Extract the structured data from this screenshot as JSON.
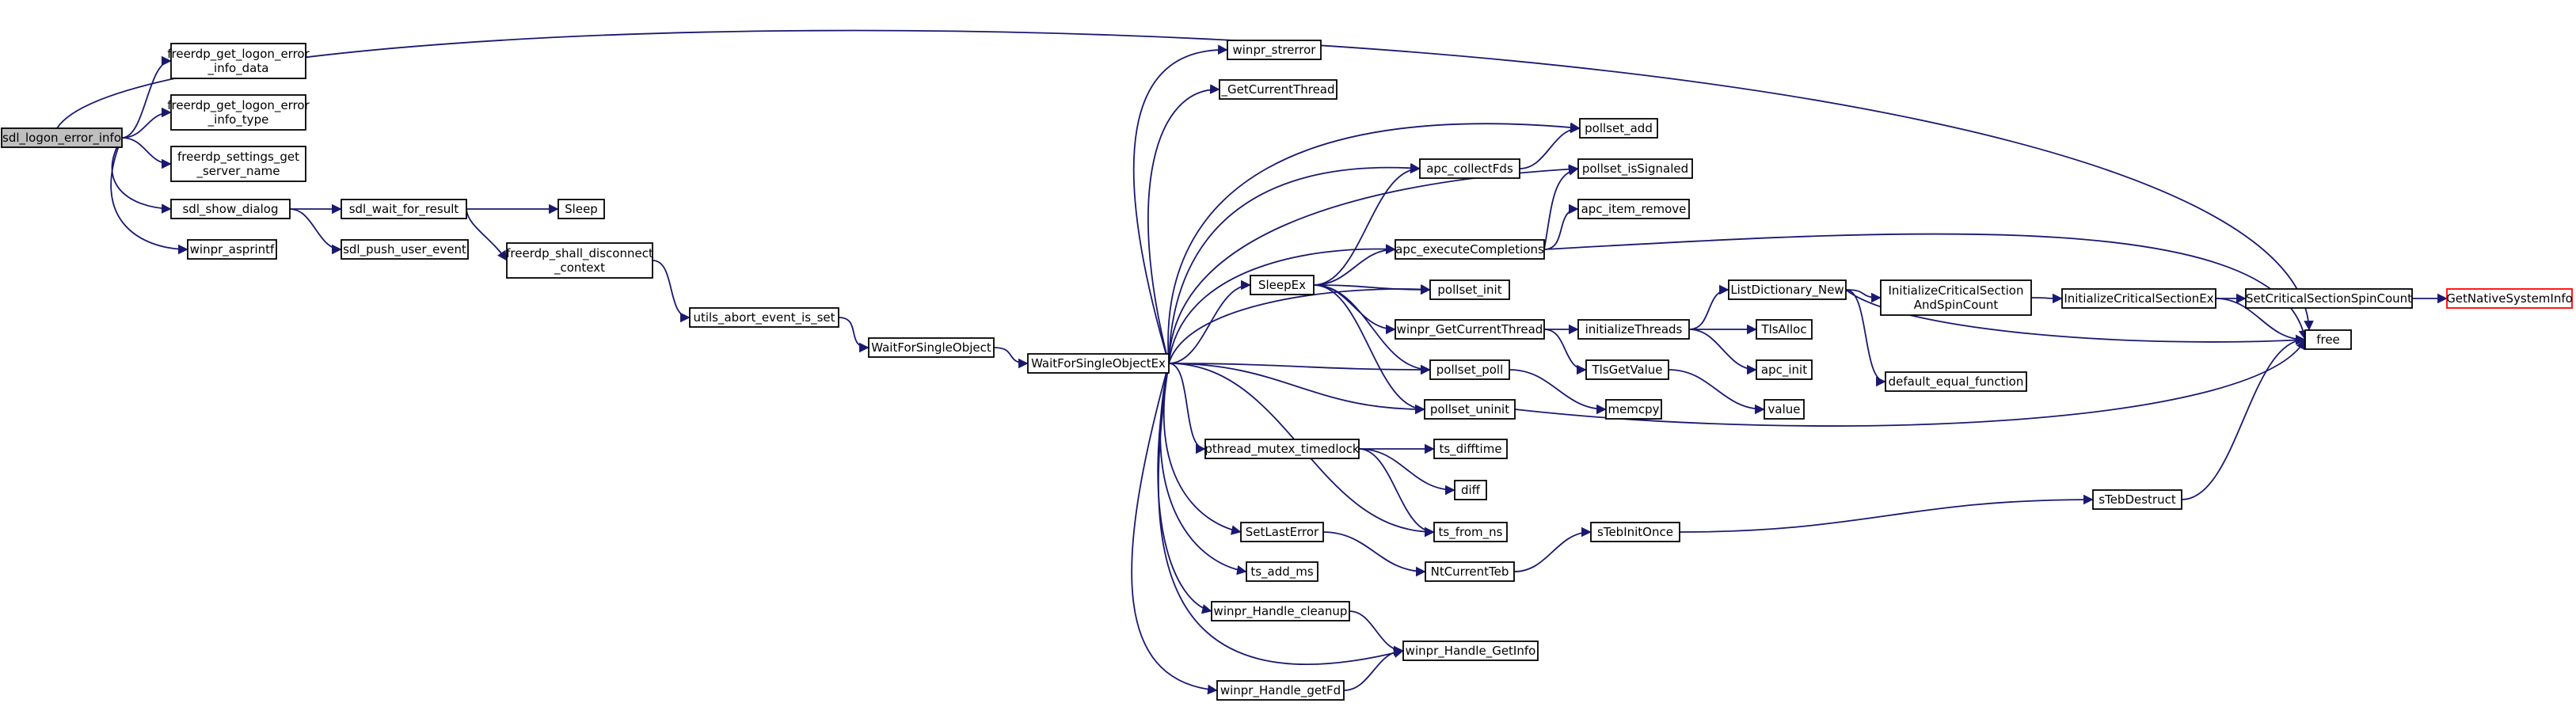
{
  "title": "",
  "colors": {
    "edge": "#191970",
    "node_border": "#000000",
    "root_fill": "#bfbfbf",
    "external_border": "#ff0000"
  },
  "nodes": [
    {
      "id": "sdl_logon_error_info",
      "label": "sdl_logon_error_info",
      "root": true
    },
    {
      "id": "freerdp_get_logon_error_info_data",
      "label": "freerdp_get_logon_error\n_info_data"
    },
    {
      "id": "freerdp_get_logon_error_info_type",
      "label": "freerdp_get_logon_error\n_info_type"
    },
    {
      "id": "freerdp_settings_get_server_name",
      "label": "freerdp_settings_get\n_server_name"
    },
    {
      "id": "sdl_show_dialog",
      "label": "sdl_show_dialog"
    },
    {
      "id": "winpr_asprintf",
      "label": "winpr_asprintf"
    },
    {
      "id": "sdl_wait_for_result",
      "label": "sdl_wait_for_result"
    },
    {
      "id": "sdl_push_user_event",
      "label": "sdl_push_user_event"
    },
    {
      "id": "Sleep",
      "label": "Sleep"
    },
    {
      "id": "freerdp_shall_disconnect_context",
      "label": "freerdp_shall_disconnect\n_context"
    },
    {
      "id": "utils_abort_event_is_set",
      "label": "utils_abort_event_is_set"
    },
    {
      "id": "WaitForSingleObject",
      "label": "WaitForSingleObject"
    },
    {
      "id": "WaitForSingleObjectEx",
      "label": "WaitForSingleObjectEx"
    },
    {
      "id": "winpr_strerror",
      "label": "winpr_strerror"
    },
    {
      "id": "_GetCurrentThread",
      "label": "_GetCurrentThread"
    },
    {
      "id": "apc_collectFds",
      "label": "apc_collectFds"
    },
    {
      "id": "apc_executeCompletions",
      "label": "apc_executeCompletions"
    },
    {
      "id": "SleepEx",
      "label": "SleepEx"
    },
    {
      "id": "pollset_init",
      "label": "pollset_init"
    },
    {
      "id": "winpr_GetCurrentThread",
      "label": "winpr_GetCurrentThread"
    },
    {
      "id": "pollset_poll",
      "label": "pollset_poll"
    },
    {
      "id": "pollset_uninit",
      "label": "pollset_uninit"
    },
    {
      "id": "pthread_mutex_timedlock",
      "label": "pthread_mutex_timedlock"
    },
    {
      "id": "SetLastError",
      "label": "SetLastError"
    },
    {
      "id": "ts_add_ms",
      "label": "ts_add_ms"
    },
    {
      "id": "winpr_Handle_cleanup",
      "label": "winpr_Handle_cleanup"
    },
    {
      "id": "winpr_Handle_getFd",
      "label": "winpr_Handle_getFd"
    },
    {
      "id": "pollset_add",
      "label": "pollset_add"
    },
    {
      "id": "pollset_isSignaled",
      "label": "pollset_isSignaled"
    },
    {
      "id": "apc_item_remove",
      "label": "apc_item_remove"
    },
    {
      "id": "initializeThreads",
      "label": "initializeThreads"
    },
    {
      "id": "TlsGetValue",
      "label": "TlsGetValue"
    },
    {
      "id": "memcpy",
      "label": "memcpy"
    },
    {
      "id": "ts_difftime",
      "label": "ts_difftime"
    },
    {
      "id": "diff",
      "label": "diff"
    },
    {
      "id": "ts_from_ns",
      "label": "ts_from_ns"
    },
    {
      "id": "NtCurrentTeb",
      "label": "NtCurrentTeb"
    },
    {
      "id": "winpr_Handle_GetInfo",
      "label": "winpr_Handle_GetInfo"
    },
    {
      "id": "sTebInitOnce",
      "label": "sTebInitOnce"
    },
    {
      "id": "ListDictionary_New",
      "label": "ListDictionary_New"
    },
    {
      "id": "TlsAlloc",
      "label": "TlsAlloc"
    },
    {
      "id": "apc_init",
      "label": "apc_init"
    },
    {
      "id": "value",
      "label": "value"
    },
    {
      "id": "InitializeCriticalSectionAndSpinCount",
      "label": "InitializeCriticalSection\nAndSpinCount"
    },
    {
      "id": "default_equal_function",
      "label": "default_equal_function"
    },
    {
      "id": "InitializeCriticalSectionEx",
      "label": "InitializeCriticalSectionEx"
    },
    {
      "id": "sTebDestruct",
      "label": "sTebDestruct"
    },
    {
      "id": "SetCriticalSectionSpinCount",
      "label": "SetCriticalSectionSpinCount"
    },
    {
      "id": "free",
      "label": "free"
    },
    {
      "id": "GetNativeSystemInfo",
      "label": "GetNativeSystemInfo",
      "external": true
    }
  ],
  "edges": [
    [
      "sdl_logon_error_info",
      "freerdp_get_logon_error_info_data"
    ],
    [
      "sdl_logon_error_info",
      "freerdp_get_logon_error_info_type"
    ],
    [
      "sdl_logon_error_info",
      "freerdp_settings_get_server_name"
    ],
    [
      "sdl_logon_error_info",
      "sdl_show_dialog"
    ],
    [
      "sdl_logon_error_info",
      "winpr_asprintf"
    ],
    [
      "sdl_logon_error_info",
      "free"
    ],
    [
      "sdl_show_dialog",
      "sdl_wait_for_result"
    ],
    [
      "sdl_show_dialog",
      "sdl_push_user_event"
    ],
    [
      "sdl_wait_for_result",
      "Sleep"
    ],
    [
      "sdl_wait_for_result",
      "freerdp_shall_disconnect_context"
    ],
    [
      "freerdp_shall_disconnect_context",
      "utils_abort_event_is_set"
    ],
    [
      "utils_abort_event_is_set",
      "WaitForSingleObject"
    ],
    [
      "WaitForSingleObject",
      "WaitForSingleObjectEx"
    ],
    [
      "WaitForSingleObjectEx",
      "winpr_strerror"
    ],
    [
      "WaitForSingleObjectEx",
      "_GetCurrentThread"
    ],
    [
      "WaitForSingleObjectEx",
      "pollset_add"
    ],
    [
      "WaitForSingleObjectEx",
      "apc_collectFds"
    ],
    [
      "WaitForSingleObjectEx",
      "pollset_isSignaled"
    ],
    [
      "WaitForSingleObjectEx",
      "apc_executeCompletions"
    ],
    [
      "WaitForSingleObjectEx",
      "pollset_init"
    ],
    [
      "WaitForSingleObjectEx",
      "SleepEx"
    ],
    [
      "WaitForSingleObjectEx",
      "pollset_poll"
    ],
    [
      "WaitForSingleObjectEx",
      "pollset_uninit"
    ],
    [
      "WaitForSingleObjectEx",
      "pthread_mutex_timedlock"
    ],
    [
      "WaitForSingleObjectEx",
      "ts_from_ns"
    ],
    [
      "WaitForSingleObjectEx",
      "SetLastError"
    ],
    [
      "WaitForSingleObjectEx",
      "ts_add_ms"
    ],
    [
      "WaitForSingleObjectEx",
      "winpr_Handle_cleanup"
    ],
    [
      "WaitForSingleObjectEx",
      "winpr_Handle_GetInfo"
    ],
    [
      "WaitForSingleObjectEx",
      "winpr_Handle_getFd"
    ],
    [
      "SleepEx",
      "apc_collectFds"
    ],
    [
      "SleepEx",
      "apc_executeCompletions"
    ],
    [
      "SleepEx",
      "pollset_init"
    ],
    [
      "SleepEx",
      "winpr_GetCurrentThread"
    ],
    [
      "SleepEx",
      "pollset_poll"
    ],
    [
      "SleepEx",
      "pollset_uninit"
    ],
    [
      "apc_collectFds",
      "pollset_add"
    ],
    [
      "apc_executeCompletions",
      "pollset_isSignaled"
    ],
    [
      "apc_executeCompletions",
      "apc_item_remove"
    ],
    [
      "apc_executeCompletions",
      "free"
    ],
    [
      "winpr_GetCurrentThread",
      "initializeThreads"
    ],
    [
      "winpr_GetCurrentThread",
      "TlsGetValue"
    ],
    [
      "pollset_poll",
      "memcpy"
    ],
    [
      "pollset_uninit",
      "free"
    ],
    [
      "pthread_mutex_timedlock",
      "ts_difftime"
    ],
    [
      "pthread_mutex_timedlock",
      "diff"
    ],
    [
      "pthread_mutex_timedlock",
      "ts_from_ns"
    ],
    [
      "SetLastError",
      "NtCurrentTeb"
    ],
    [
      "winpr_Handle_cleanup",
      "winpr_Handle_GetInfo"
    ],
    [
      "winpr_Handle_getFd",
      "winpr_Handle_GetInfo"
    ],
    [
      "NtCurrentTeb",
      "sTebInitOnce"
    ],
    [
      "sTebInitOnce",
      "sTebDestruct"
    ],
    [
      "sTebDestruct",
      "free"
    ],
    [
      "initializeThreads",
      "ListDictionary_New"
    ],
    [
      "initializeThreads",
      "TlsAlloc"
    ],
    [
      "initializeThreads",
      "apc_init"
    ],
    [
      "TlsGetValue",
      "value"
    ],
    [
      "ListDictionary_New",
      "InitializeCriticalSectionAndSpinCount"
    ],
    [
      "ListDictionary_New",
      "default_equal_function"
    ],
    [
      "ListDictionary_New",
      "free"
    ],
    [
      "InitializeCriticalSectionAndSpinCount",
      "InitializeCriticalSectionEx"
    ],
    [
      "InitializeCriticalSectionEx",
      "SetCriticalSectionSpinCount"
    ],
    [
      "InitializeCriticalSectionEx",
      "free"
    ],
    [
      "SetCriticalSectionSpinCount",
      "GetNativeSystemInfo"
    ]
  ]
}
